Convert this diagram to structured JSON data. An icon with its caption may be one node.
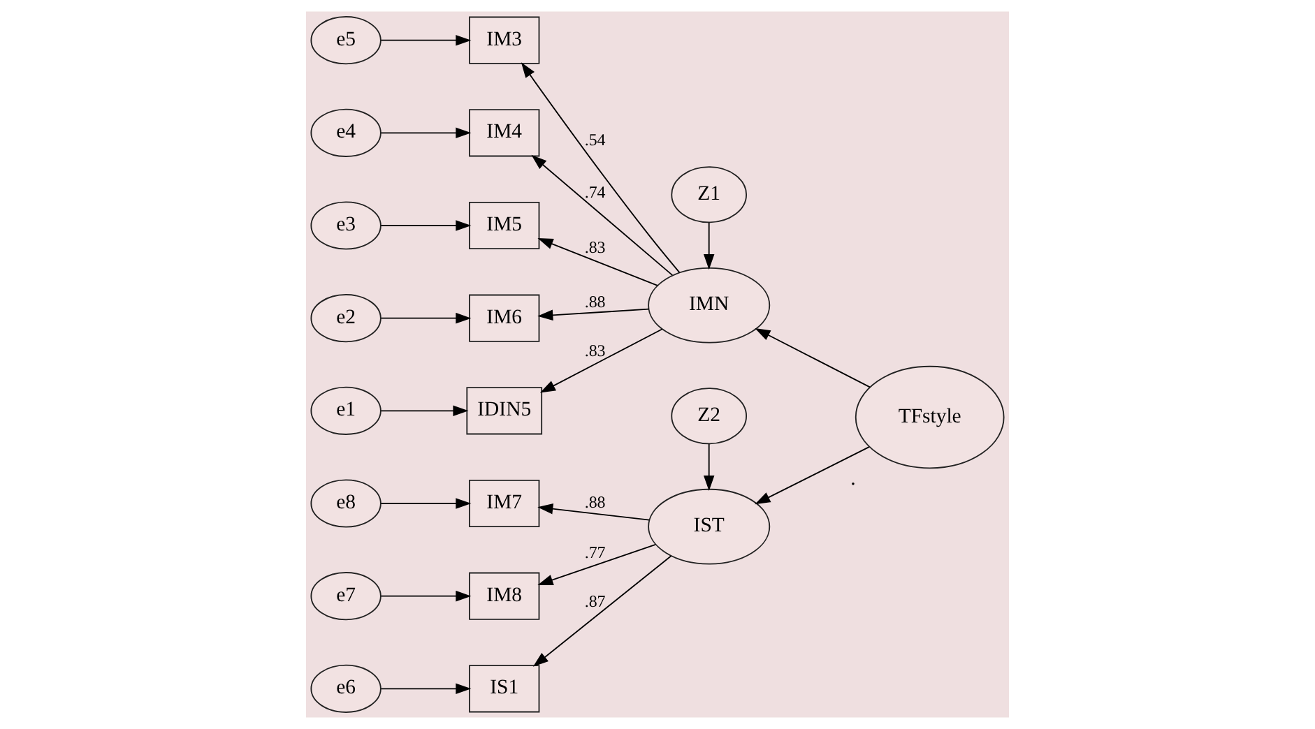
{
  "diagram": {
    "nodes": [
      {
        "text": [
          "e5"
        ]
      },
      {
        "text": [
          "e4"
        ]
      },
      {
        "text": [
          "e3"
        ]
      },
      {
        "text": [
          "e2"
        ]
      },
      {
        "text": [
          "e1"
        ]
      },
      {
        "text": [
          "e8"
        ]
      },
      {
        "text": [
          "e7"
        ]
      },
      {
        "text": [
          "e6"
        ]
      },
      {
        "text": [
          "IM3"
        ]
      },
      {
        "text": [
          "IM4"
        ]
      },
      {
        "text": [
          "IM5"
        ]
      },
      {
        "text": [
          "IM6"
        ]
      },
      {
        "text": [
          "IDIN5"
        ]
      },
      {
        "text": [
          "IM7"
        ]
      },
      {
        "text": [
          "IM8"
        ]
      },
      {
        "text": [
          "IS1"
        ]
      },
      {
        "text": [
          "Z1"
        ]
      },
      {
        "text": [
          "IMN"
        ]
      },
      {
        "text": [
          "Z2"
        ]
      },
      {
        "text": [
          "IST"
        ]
      },
      {
        "text": [
          "TFstyle"
        ],
        "beside": [
          "."
        ]
      }
    ],
    "edges": [
      {
        "from": 0,
        "to": 8,
        "arrow": "to"
      },
      {
        "from": 1,
        "to": 9,
        "arrow": "to"
      },
      {
        "from": 2,
        "to": 10,
        "arrow": "to"
      },
      {
        "from": 3,
        "to": 11,
        "arrow": "to"
      },
      {
        "from": 4,
        "to": 12,
        "arrow": "to"
      },
      {
        "from": 5,
        "to": 13,
        "arrow": "to"
      },
      {
        "from": 6,
        "to": 14,
        "arrow": "to"
      },
      {
        "from": 7,
        "to": 15,
        "arrow": "to"
      },
      {
        "from": 17,
        "to": 8,
        "arrow": "to",
        "label": ".54"
      },
      {
        "from": 17,
        "to": 9,
        "arrow": "to",
        "label": ".74"
      },
      {
        "from": 17,
        "to": 10,
        "arrow": "to",
        "label": ".83"
      },
      {
        "from": 17,
        "to": 11,
        "arrow": "to",
        "label": ".88"
      },
      {
        "from": 17,
        "to": 12,
        "arrow": "to",
        "label": ".83"
      },
      {
        "from": 16,
        "to": 17,
        "arrow": "to"
      },
      {
        "from": 18,
        "to": 19,
        "arrow": "to"
      },
      {
        "from": 19,
        "to": 13,
        "arrow": "to",
        "label": ".88"
      },
      {
        "from": 19,
        "to": 14,
        "arrow": "to",
        "label": ".77"
      },
      {
        "from": 19,
        "to": 15,
        "arrow": "to",
        "label": ".87"
      },
      {
        "from": 20,
        "to": 17,
        "arrow": "to"
      },
      {
        "from": 20,
        "to": 19,
        "arrow": "to"
      }
    ]
  }
}
